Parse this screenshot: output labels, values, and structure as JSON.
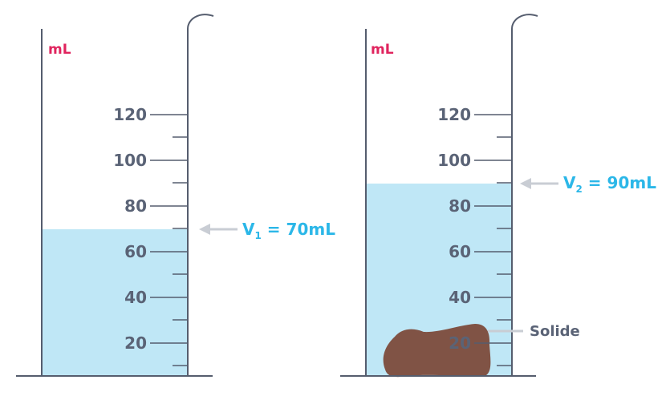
{
  "colors": {
    "water": "#bfe7f6",
    "glass": "#555d6e",
    "unit": "#e0245e",
    "tick_text": "#5a6376",
    "volume_text": "#2bb7e8",
    "arrow": "#c9cdd4",
    "solid": "#805345"
  },
  "cylinders": [
    {
      "unit": "mL",
      "ticks": [
        {
          "value": 20,
          "label": "20"
        },
        {
          "value": 40,
          "label": "40"
        },
        {
          "value": 60,
          "label": "60"
        },
        {
          "value": 80,
          "label": "80"
        },
        {
          "value": 100,
          "label": "100"
        },
        {
          "value": 120,
          "label": "120"
        }
      ],
      "water_level": 70,
      "volume_label": {
        "main": "V",
        "sub": "1",
        "rest": " = 70mL"
      }
    },
    {
      "unit": "mL",
      "ticks": [
        {
          "value": 20,
          "label": "20"
        },
        {
          "value": 40,
          "label": "40"
        },
        {
          "value": 60,
          "label": "60"
        },
        {
          "value": 80,
          "label": "80"
        },
        {
          "value": 100,
          "label": "100"
        },
        {
          "value": 120,
          "label": "120"
        }
      ],
      "water_level": 90,
      "volume_label": {
        "main": "V",
        "sub": "2",
        "rest": " = 90mL"
      },
      "solid_label": "Solide"
    }
  ]
}
